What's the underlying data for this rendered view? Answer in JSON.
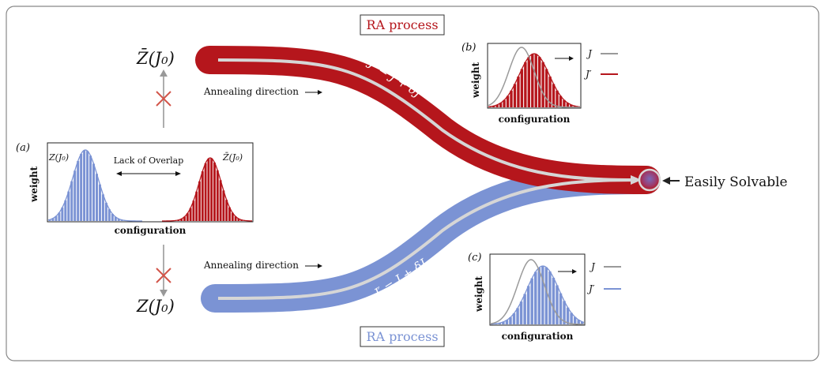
{
  "top_label": "RA process",
  "bottom_label": "RA process",
  "top_node": "Z̄(J₀)",
  "bottom_node": "Z(J₀)",
  "annealing_top": "Annealing direction",
  "annealing_bottom": "Annealing direction",
  "path_label_top": "J′ = J + δJ",
  "path_label_bottom": "J′ = J + δJ",
  "target_label": "Easily Solvable",
  "panel_a": {
    "tag": "(a)",
    "left_peak": "Z(J₀)",
    "right_peak": "Z̄(J₀)",
    "overlap_text": "Lack of Overlap",
    "ylabel": "weight",
    "xlabel": "configuration"
  },
  "panel_b": {
    "tag": "(b)",
    "ylabel": "weight",
    "xlabel": "configuration",
    "legend_j": "J",
    "legend_jp": "J′"
  },
  "panel_c": {
    "tag": "(c)",
    "ylabel": "weight",
    "xlabel": "configuration",
    "legend_j": "J",
    "legend_jp": "J′"
  },
  "colors": {
    "red": "#b5161c",
    "blue": "#7b93d4",
    "gray": "#9a9a9a"
  }
}
